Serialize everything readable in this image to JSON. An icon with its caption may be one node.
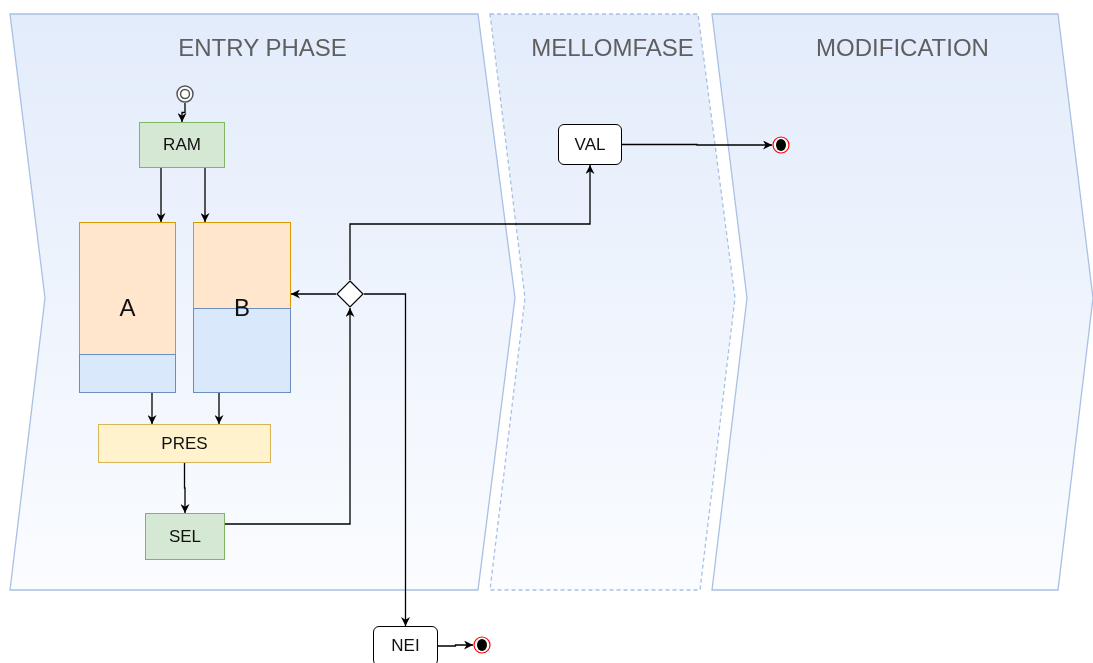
{
  "diagram": {
    "nodes": [
      {
        "text": [
          "ENTRY PHASE"
        ]
      },
      {
        "text": [
          "MELLOMFASE"
        ]
      },
      {
        "text": [
          "MODIFICATION"
        ]
      },
      {
        "text": [],
        "shape": "circle",
        "in": 0
      },
      {
        "text": [
          "RAM"
        ],
        "in": 0
      },
      {
        "text": [
          "A"
        ],
        "in": 0
      },
      {
        "text": [
          "B"
        ],
        "in": 0
      },
      {
        "text": [
          "PRES"
        ],
        "in": 0
      },
      {
        "text": [
          "SEL"
        ],
        "in": 0
      },
      {
        "text": [],
        "shape": "diamond",
        "in": 0
      },
      {
        "text": [
          "VAL"
        ],
        "in": 1
      },
      {
        "text": [],
        "shape": "circle",
        "in": 2
      },
      {
        "text": [
          "NEI"
        ]
      },
      {
        "text": [],
        "shape": "circle"
      }
    ],
    "edges": [
      {
        "from": 3,
        "to": 4,
        "arrow": "to"
      },
      {
        "from": 4,
        "to": 5,
        "arrow": "to"
      },
      {
        "from": 4,
        "to": 6,
        "arrow": "to"
      },
      {
        "from": 5,
        "to": 7,
        "arrow": "to"
      },
      {
        "from": 6,
        "to": 7,
        "arrow": "to"
      },
      {
        "from": 7,
        "to": 8,
        "arrow": "to"
      },
      {
        "from": 8,
        "to": 9,
        "arrow": "to"
      },
      {
        "from": 9,
        "to": 6,
        "arrow": "to"
      },
      {
        "from": 9,
        "to": 10,
        "arrow": "to"
      },
      {
        "from": 9,
        "to": 12,
        "arrow": "to"
      },
      {
        "from": 10,
        "to": 11,
        "arrow": "to"
      },
      {
        "from": 12,
        "to": 13,
        "arrow": "to"
      }
    ]
  }
}
